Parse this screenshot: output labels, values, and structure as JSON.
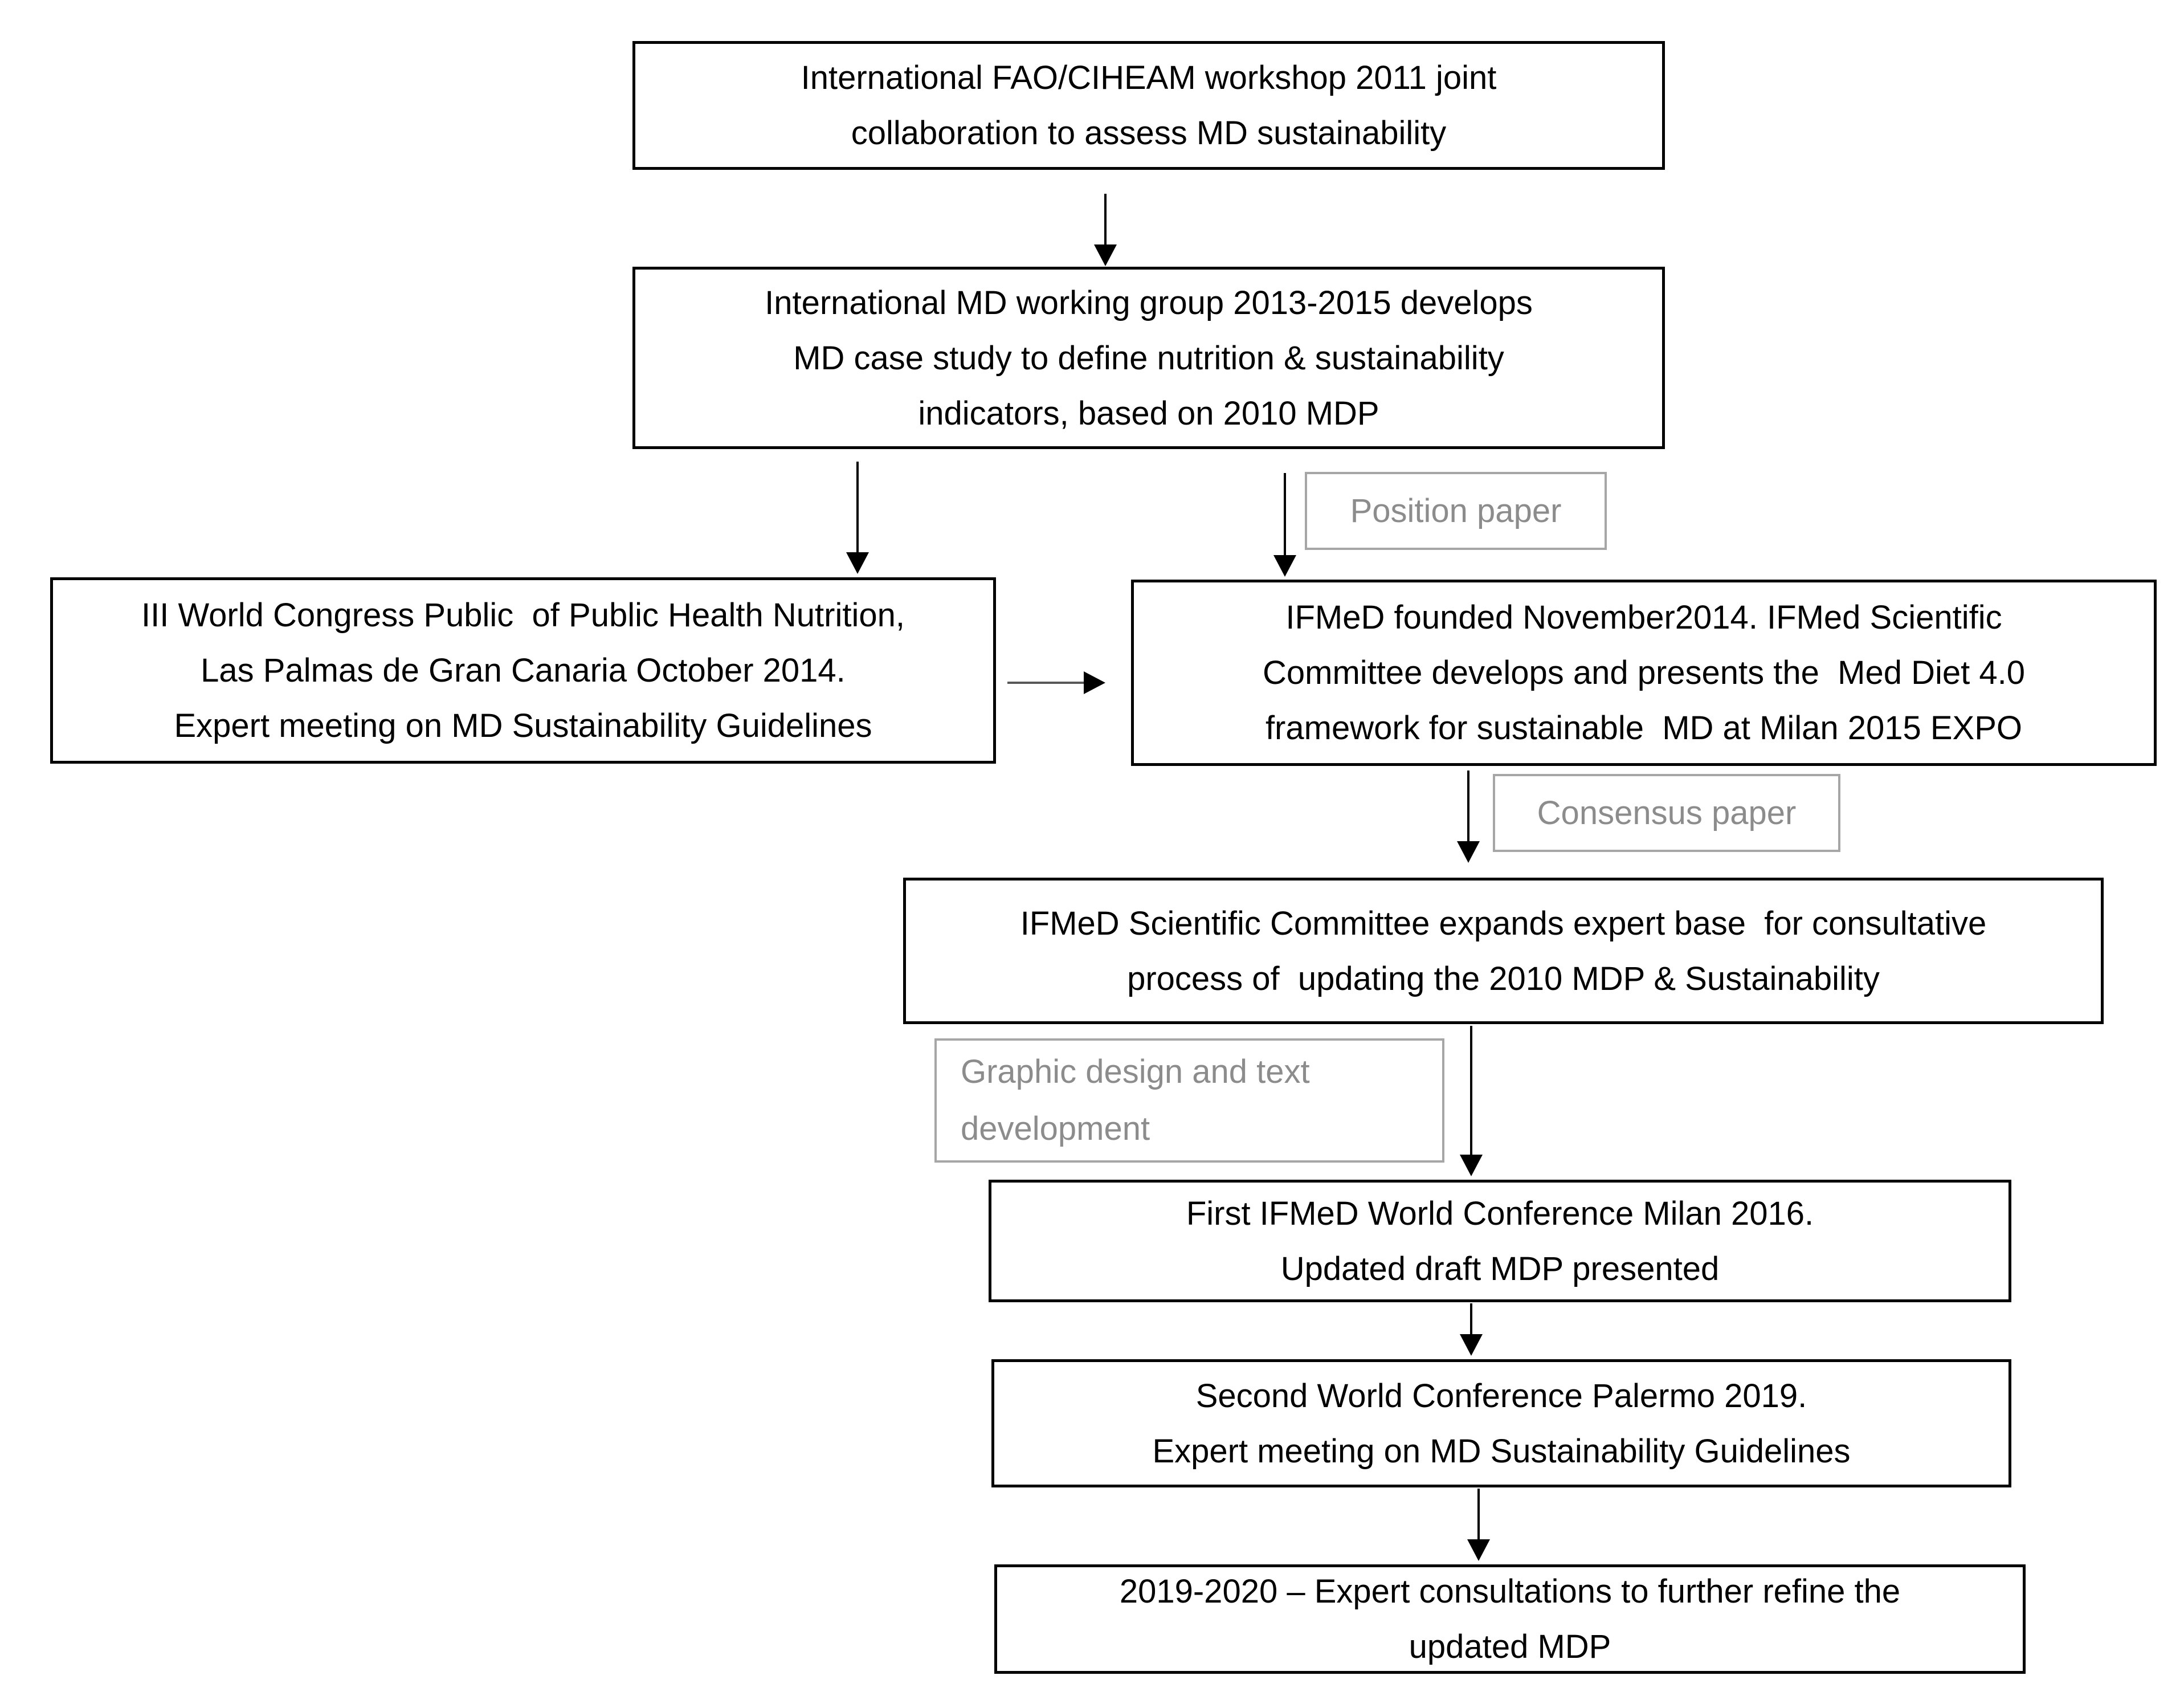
{
  "flowchart": {
    "nodes": {
      "workshop": {
        "text": "International FAO/CIHEAM workshop 2011 joint\ncollaboration to assess MD sustainability"
      },
      "working_group": {
        "text": "International MD working group 2013-2015 develops\nMD case study to define nutrition & sustainability\nindicators, based on 2010 MDP"
      },
      "world_congress": {
        "text": "III World Congress Public  of Public Health Nutrition,\nLas Palmas de Gran Canaria October 2014.\nExpert meeting on MD Sustainability Guidelines"
      },
      "ifmed_founded": {
        "text": "IFMeD founded November2014. IFMed Scientific\nCommittee develops and presents the  Med Diet 4.0\nframework for sustainable  MD at Milan 2015 EXPO"
      },
      "expands": {
        "text": "IFMeD Scientific Committee expands expert base  for consultative\nprocess of  updating the 2010 MDP & Sustainability"
      },
      "first_conference": {
        "text": "First IFMeD World Conference Milan 2016.\nUpdated draft MDP presented"
      },
      "second_conference": {
        "text": "Second World Conference Palermo 2019.\nExpert meeting on MD Sustainability Guidelines"
      },
      "consultations": {
        "text": "2019-2020 – Expert consultations to further refine the\nupdated MDP"
      }
    },
    "labels": {
      "position_paper": {
        "text": "Position paper"
      },
      "consensus_paper": {
        "text": "Consensus paper"
      },
      "graphic_design": {
        "text": "Graphic design and text\ndevelopment"
      }
    },
    "colors": {
      "node_border": "#000000",
      "node_text": "#000000",
      "label_border": "#a6a6a6",
      "label_text": "#8c8c8c",
      "arrow": "#000000",
      "background": "#ffffff"
    }
  }
}
